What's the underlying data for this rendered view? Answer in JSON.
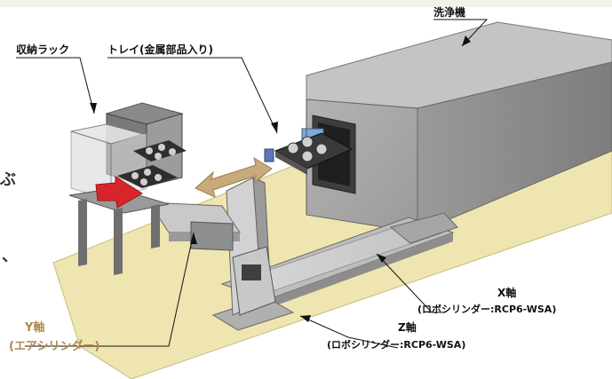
{
  "labels": {
    "washer": "洗浄機",
    "rack": "収納ラック",
    "tray": "トレイ(金属部品入り)",
    "x_axis": "X軸",
    "x_axis_detail": "(ロボシリンダー:RCP6-WSA)",
    "z_axis": "Z軸",
    "z_axis_detail": "(ロボシリンダー:RCP6-WSA)",
    "y_axis": "Y軸",
    "y_axis_detail": "(エアシリンダー)",
    "edge_fragment_1": "ぶ",
    "edge_fragment_2": "、"
  },
  "colors": {
    "base_plate": "#efe5b0",
    "washer_body": "#8e8e8e",
    "accent_gold": "#b0894f",
    "arrow_red": "#d8252b",
    "arrow_tan": "#c7a97a"
  },
  "icons": [
    "red-arrow-icon",
    "double-arrow-icon"
  ]
}
